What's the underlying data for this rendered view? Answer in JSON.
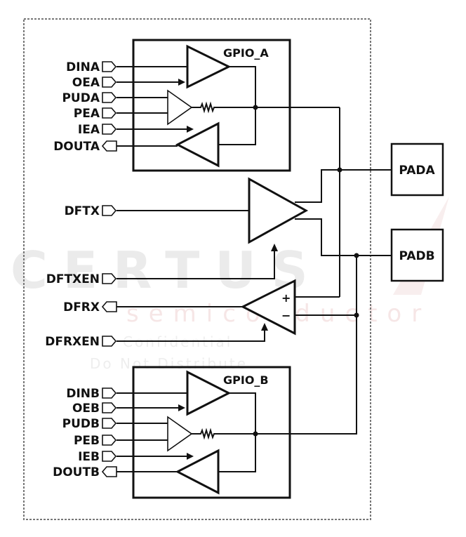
{
  "diagram": {
    "watermark": {
      "brand": "CERTUS",
      "sub": "semiconductor",
      "line1": "Confidential",
      "line2": "Do Not Distribute",
      "color": "#e03030"
    },
    "gpio_a": {
      "title": "GPIO_A",
      "ports": [
        {
          "name": "DINA",
          "dir": "in"
        },
        {
          "name": "OEA",
          "dir": "in"
        },
        {
          "name": "PUDA",
          "dir": "in"
        },
        {
          "name": "PEA",
          "dir": "in"
        },
        {
          "name": "IEA",
          "dir": "in"
        },
        {
          "name": "DOUTA",
          "dir": "out"
        }
      ]
    },
    "gpio_b": {
      "title": "GPIO_B",
      "ports": [
        {
          "name": "DINB",
          "dir": "in"
        },
        {
          "name": "OEB",
          "dir": "in"
        },
        {
          "name": "PUDB",
          "dir": "in"
        },
        {
          "name": "PEB",
          "dir": "in"
        },
        {
          "name": "IEB",
          "dir": "in"
        },
        {
          "name": "DOUTB",
          "dir": "out"
        }
      ]
    },
    "diff": {
      "ports": [
        {
          "name": "DFTX",
          "dir": "in"
        },
        {
          "name": "DFTXEN",
          "dir": "in"
        },
        {
          "name": "DFRX",
          "dir": "out"
        },
        {
          "name": "DFRXEN",
          "dir": "in"
        }
      ],
      "plus": "+",
      "minus": "−"
    },
    "pads": [
      "PADA",
      "PADB"
    ]
  }
}
